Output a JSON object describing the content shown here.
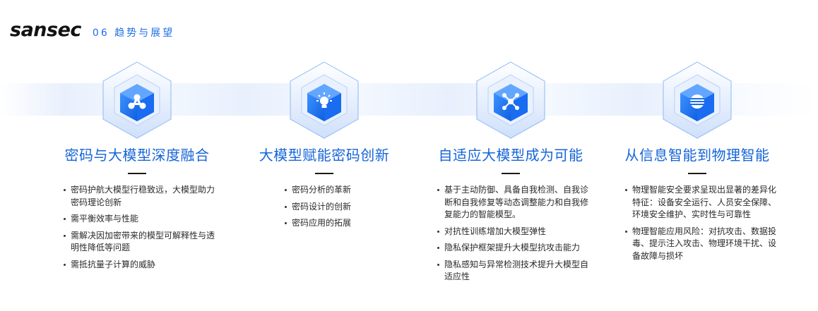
{
  "header": {
    "brand": "sansec",
    "section": "06 趋势与展望"
  },
  "colors": {
    "accent": "#1565d8",
    "brand": "#121212",
    "hex_blue": "#1e78f0"
  },
  "columns": [
    {
      "icon": "molecule-icon",
      "title": "密码与大模型深度融合",
      "items": [
        "密码护航大模型行稳致远，大模型助力密码理论创新",
        "需平衡效率与性能",
        "需解决因加密带来的模型可解释性与透明性降低等问题",
        "需抵抗量子计算的威胁"
      ]
    },
    {
      "icon": "lightbulb-icon",
      "title": "大模型赋能密码创新",
      "items": [
        "密码分析的革新",
        "密码设计的创新",
        "密码应用的拓展"
      ]
    },
    {
      "icon": "network-icon",
      "title": "自适应大模型成为可能",
      "items": [
        "基于主动防御、具备自我检测、自我诊断和自我修复等动态调整能力和自我修复能力的智能模型。",
        "对抗性训练增加大模型弹性",
        "隐私保护框架提升大模型抗攻击能力",
        "隐私感知与异常检测技术提升大模型自适应性"
      ]
    },
    {
      "icon": "globe-icon",
      "title": "从信息智能到物理智能",
      "items": [
        "物理智能安全要求呈现出显著的差异化特征：设备安全运行、人员安全保障、环境安全维护、实时性与可靠性",
        "物理智能应用风险：对抗攻击、数据投毒、提示注入攻击、物理环境干扰、设备故障与损坏"
      ]
    }
  ]
}
